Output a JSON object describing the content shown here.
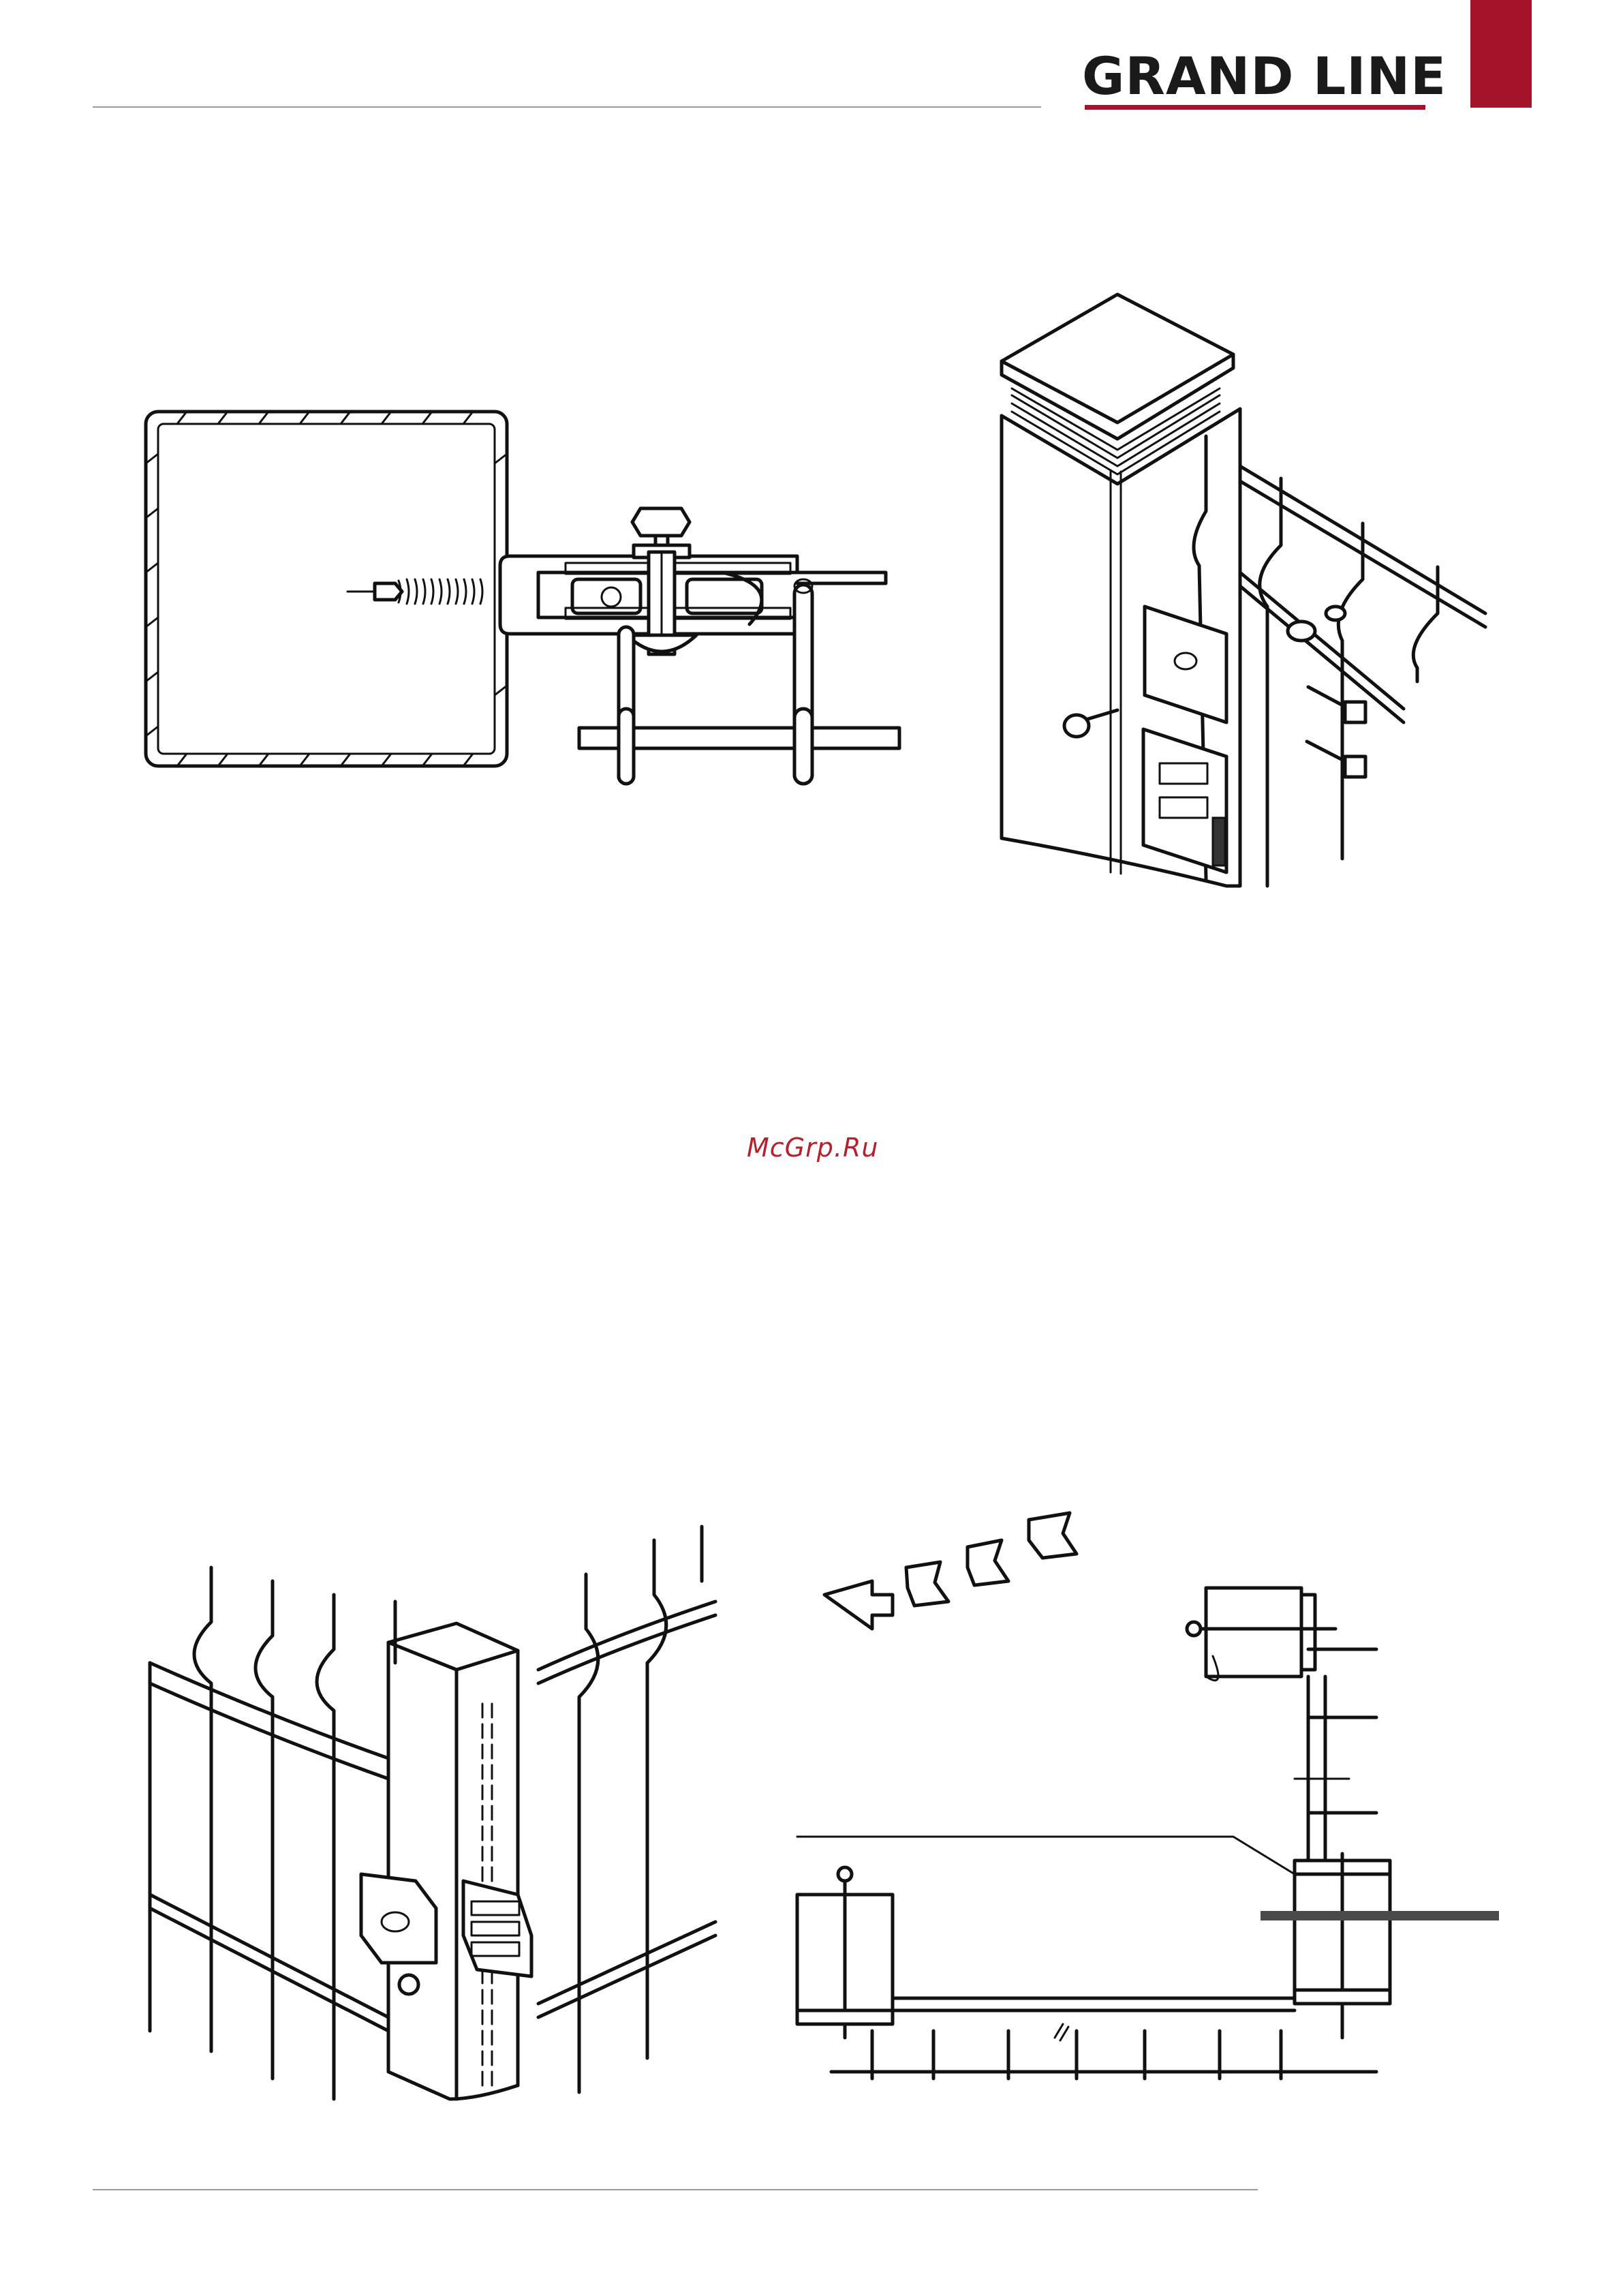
{
  "header": {
    "brand_name": "GRAND LINE",
    "brand_color": "#a3142b"
  },
  "watermark": {
    "text": "McGrp.Ru"
  },
  "figures": {
    "section_view": {
      "icon": "post-clamp-cross-section"
    },
    "post_assembly": {
      "icon": "post-with-cap-and-clamps"
    },
    "corner_assembly": {
      "icon": "corner-post-with-fence-panels"
    },
    "plan_view": {
      "icon": "corner-installation-plan-view"
    }
  }
}
